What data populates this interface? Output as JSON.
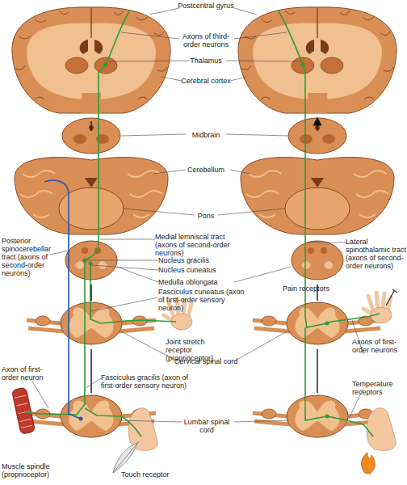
{
  "diagram": {
    "labels": [
      "Postcentral gyrus",
      "Axons of third-order neurons",
      "Thalamus",
      "Cerebral cortex",
      "Midbrain",
      "Cerebellum",
      "Pons",
      "Posterior spinocerebellar tract (axons of second-order neurons)",
      "Medial lemniscal tract (axons of second-order neurons)",
      "Nucleus gracilis",
      "Nucleus cuneatus",
      "Medulla oblongata",
      "Fasciculus cuneatus (axon of first-order sensory neuron)",
      "Joint stretch receptor (proprioceptor)",
      "Cervical spinal cord",
      "Axon of first-order neuron",
      "Fasciculus gracilis (axon of first-order sensory neuron)",
      "Lumbar spinal cord",
      "Muscle spindle (proprioceptor)",
      "Touch receptor",
      "Lateral spinothalamic tract (axons of second-order neurons)",
      "Pain receptors",
      "Axons of first-order neurons",
      "Temperature receptors"
    ]
  }
}
